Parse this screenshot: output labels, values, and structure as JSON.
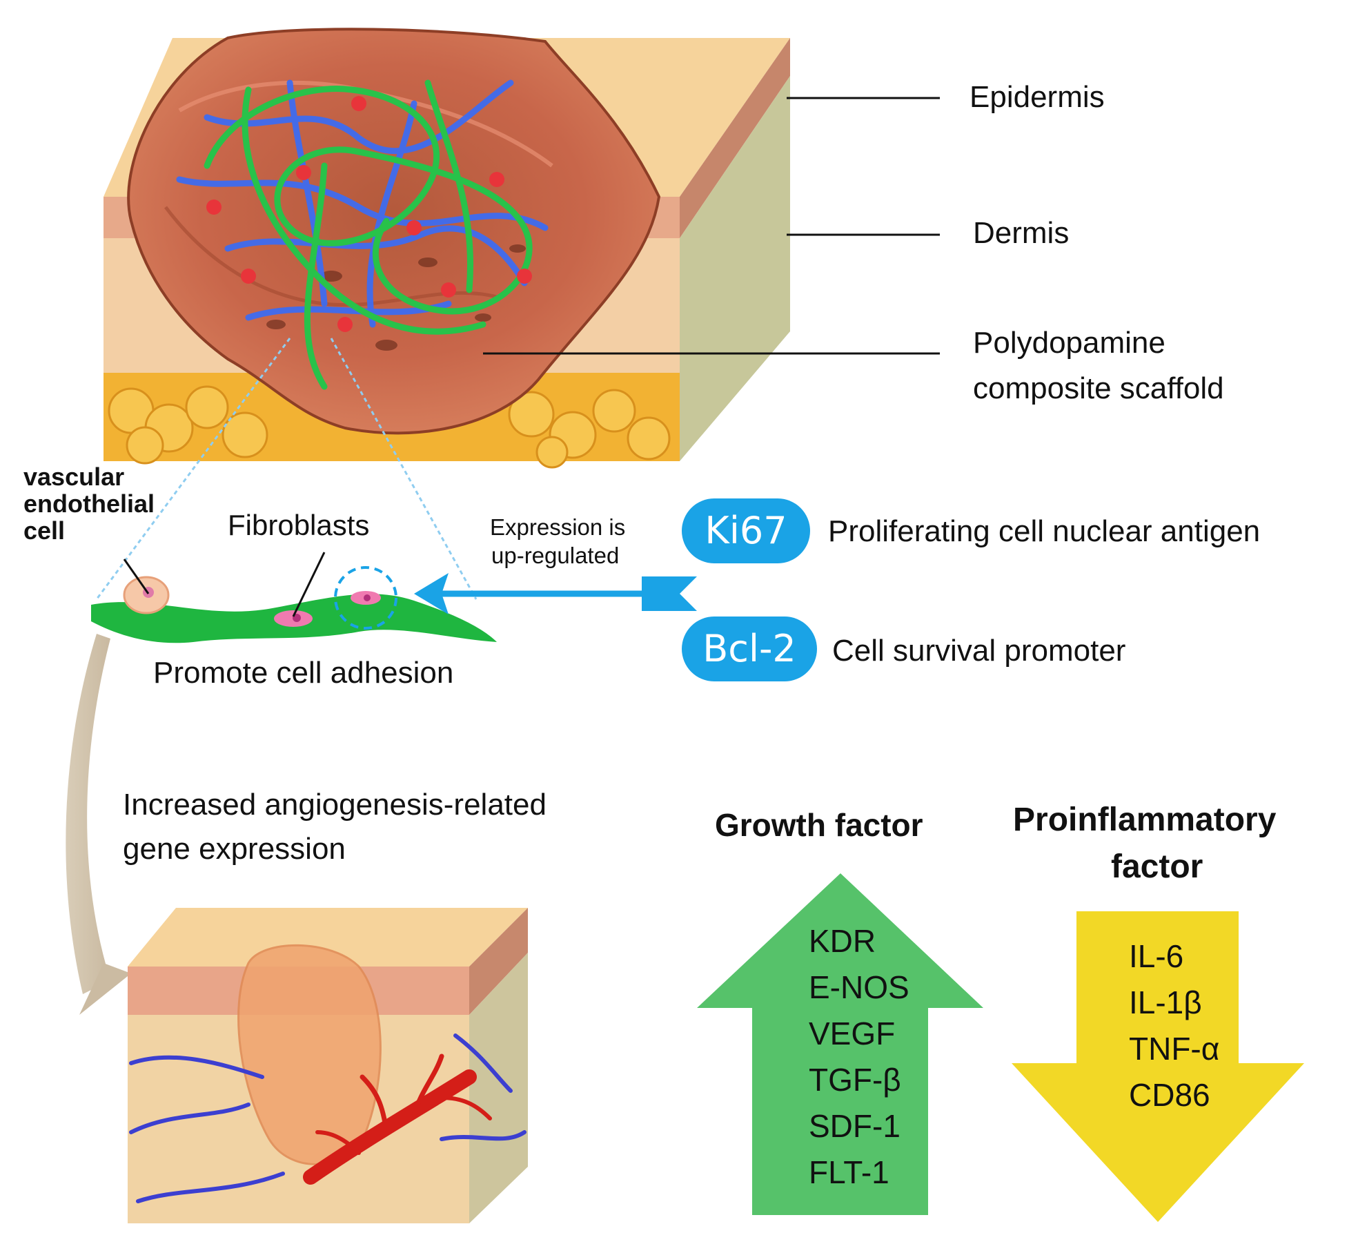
{
  "layers": {
    "epidermis": "Epidermis",
    "dermis": "Dermis",
    "scaffold_line1": "Polydopamine",
    "scaffold_line2": "composite scaffold"
  },
  "cell_labels": {
    "vascular_line1": "vascular",
    "vascular_line2": "endothelial",
    "vascular_line3": "cell",
    "fibroblasts": "Fibroblasts",
    "adhesion": "Promote cell adhesion"
  },
  "expression": {
    "line1": "Expression is",
    "line2": "up-regulated"
  },
  "markers": [
    {
      "name": "Ki67",
      "description": "Proliferating cell nuclear antigen",
      "color": "#1aa3e6"
    },
    {
      "name": "Bcl-2",
      "description": "Cell survival promoter",
      "color": "#1aa3e6"
    }
  ],
  "angiogenesis": {
    "line1": "Increased angiogenesis-related",
    "line2": "gene expression"
  },
  "growth_factor": {
    "title": "Growth factor",
    "direction": "up",
    "color": "#56c26a",
    "items": [
      "KDR",
      "E-NOS",
      "VEGF",
      "TGF-β",
      "SDF-1",
      "FLT-1"
    ]
  },
  "proinflammatory_factor": {
    "title_line1": "Proinflammatory",
    "title_line2": "factor",
    "direction": "down",
    "color": "#f2d826",
    "items": [
      "IL-6",
      "IL-1β",
      "TNF-α",
      "CD86"
    ]
  }
}
